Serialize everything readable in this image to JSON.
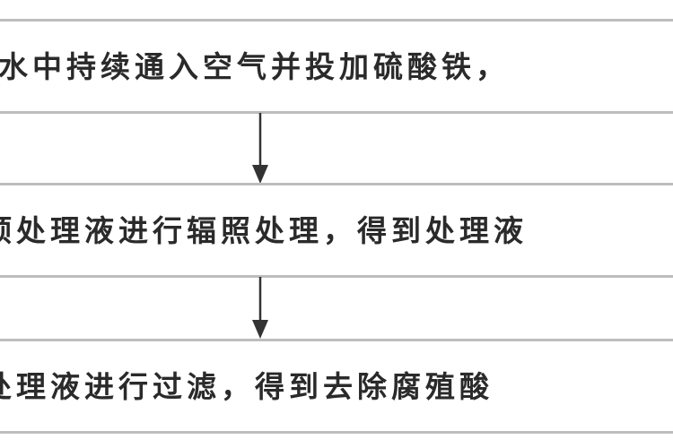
{
  "diagram": {
    "type": "process-flowchart",
    "colors": {
      "box_border": "#bdbdbd",
      "text": "#2a2a2a",
      "arrow": "#333333",
      "background": "#ffffff"
    },
    "steps": [
      {
        "label": "水中持续通入空气并投加硫酸铁，"
      },
      {
        "label": "预处理液进行辐照处理，得到处理液"
      },
      {
        "label": "处理液进行过滤，得到去除腐殖酸"
      }
    ],
    "arrows": [
      {
        "from": 0,
        "to": 1,
        "direction": "down"
      },
      {
        "from": 1,
        "to": 2,
        "direction": "down"
      }
    ]
  }
}
